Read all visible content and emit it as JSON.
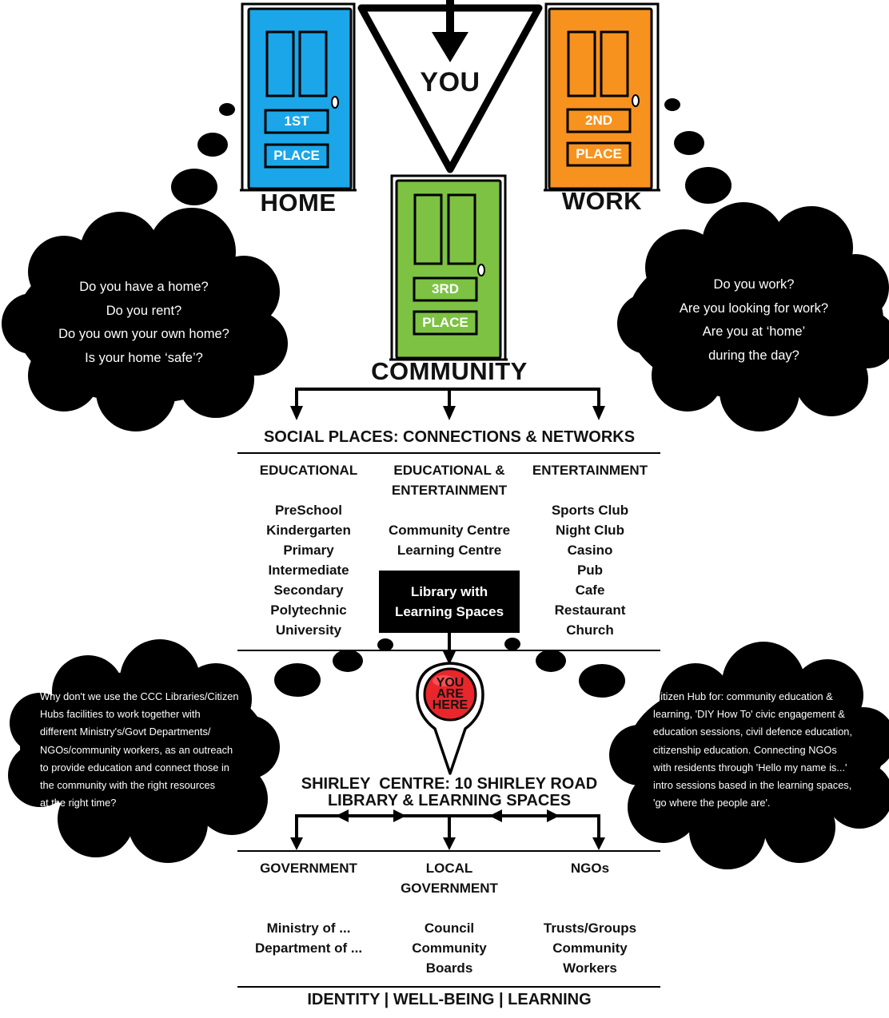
{
  "top": {
    "you_label": "YOU",
    "home_label": "HOME",
    "work_label": "WORK",
    "community_label": "COMMUNITY"
  },
  "doors": {
    "home": {
      "line1": "1ST",
      "line2": "PLACE",
      "color": "#1aa6e8"
    },
    "work": {
      "line1": "2ND",
      "line2": "PLACE",
      "color": "#f7921e"
    },
    "community": {
      "line1": "3RD",
      "line2": "PLACE",
      "color": "#7dc242"
    }
  },
  "clouds": {
    "home_questions": [
      "Do you have a home?",
      "Do you rent?",
      "Do you own your own home?",
      "Is your home ‘safe’?"
    ],
    "work_questions": [
      "Do you work?",
      "Are you looking for work?",
      "Are you at ‘home’",
      "during the day?"
    ],
    "left_note": [
      "Why don't we use the CCC Libraries/Citizen",
      "Hubs facilities to work together with",
      "different Ministry's/Govt Departments/",
      "NGOs/community workers, as an outreach",
      "to provide education and connect those in",
      "the community with the right resources",
      "at the right time?"
    ],
    "right_note": [
      "Citizen Hub for: community education &",
      "learning, 'DIY How To' civic engagement &",
      "education sessions, civil defence education,",
      "citizenship education. Connecting NGOs",
      "with residents through 'Hello my name is...'",
      "intro sessions based in the learning spaces,",
      "'go where the people are'."
    ]
  },
  "social": {
    "heading": "SOCIAL PLACES: CONNECTIONS & NETWORKS",
    "columns": [
      {
        "header": [
          "EDUCATIONAL"
        ],
        "items": [
          "PreSchool",
          "Kindergarten",
          "Primary",
          "Intermediate",
          "Secondary",
          "Polytechnic",
          "University"
        ]
      },
      {
        "header": [
          "EDUCATIONAL &",
          "ENTERTAINMENT"
        ],
        "items": [
          "Community Centre",
          "Learning Centre"
        ]
      },
      {
        "header": [
          "ENTERTAINMENT"
        ],
        "items": [
          "Sports Club",
          "Night Club",
          "Casino",
          "Pub",
          "Cafe",
          "Restaurant",
          "Church"
        ]
      }
    ],
    "library_box": [
      "Library with",
      "Learning Spaces"
    ]
  },
  "pin": {
    "text": [
      "YOU",
      "ARE",
      "HERE"
    ],
    "color": "#e8262b"
  },
  "shirley": {
    "line1": "SHIRLEY  CENTRE: 10 SHIRLEY ROAD",
    "line2": "LIBRARY & LEARNING SPACES",
    "columns": [
      {
        "header": [
          "GOVERNMENT"
        ],
        "items": [
          "Ministry of ...",
          "Department of ..."
        ]
      },
      {
        "header": [
          "LOCAL",
          "GOVERNMENT"
        ],
        "items": [
          "Council",
          "Community",
          "Boards"
        ]
      },
      {
        "header": [
          "NGOs"
        ],
        "items": [
          "Trusts/Groups",
          "Community",
          "Workers"
        ]
      }
    ]
  },
  "footer": {
    "text": "IDENTITY | WELL-BEING | LEARNING"
  }
}
